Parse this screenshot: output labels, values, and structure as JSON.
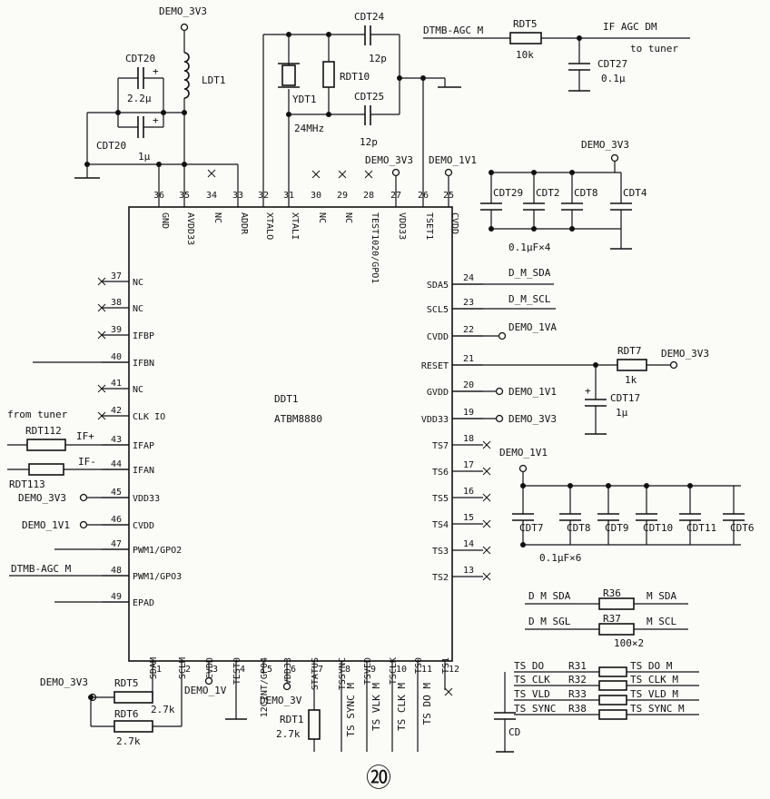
{
  "chip": {
    "designator": "DDT1",
    "part": "ATBM8880",
    "top_pins": [
      {
        "num": "36",
        "name": "GND"
      },
      {
        "num": "35",
        "name": "AVDD33"
      },
      {
        "num": "34",
        "name": "NC"
      },
      {
        "num": "33",
        "name": "ADDR"
      },
      {
        "num": "32",
        "name": "XTALO"
      },
      {
        "num": "31",
        "name": "XTALI"
      },
      {
        "num": "30",
        "name": "NC"
      },
      {
        "num": "29",
        "name": "NC"
      },
      {
        "num": "28",
        "name": "TEST1020/GPO1"
      },
      {
        "num": "27",
        "name": "VDD33"
      },
      {
        "num": "26",
        "name": "TSET1"
      },
      {
        "num": "25",
        "name": "CVDD"
      }
    ],
    "left_pins": [
      {
        "num": "37",
        "name": "NC"
      },
      {
        "num": "38",
        "name": "NC"
      },
      {
        "num": "39",
        "name": "IFBP"
      },
      {
        "num": "40",
        "name": "IFBN"
      },
      {
        "num": "41",
        "name": "NC"
      },
      {
        "num": "42",
        "name": "CLK IO"
      },
      {
        "num": "43",
        "name": "IFAP"
      },
      {
        "num": "44",
        "name": "IFAN"
      },
      {
        "num": "45",
        "name": "VDD33"
      },
      {
        "num": "46",
        "name": "CVDD"
      },
      {
        "num": "47",
        "name": "PWM1/GPO2"
      },
      {
        "num": "48",
        "name": "PWM1/GPO3"
      },
      {
        "num": "49",
        "name": "EPAD"
      }
    ],
    "right_pins": [
      {
        "num": "24",
        "name": "SDA5"
      },
      {
        "num": "23",
        "name": "SCL5"
      },
      {
        "num": "22",
        "name": "CVDD"
      },
      {
        "num": "21",
        "name": "RESET"
      },
      {
        "num": "20",
        "name": "GVDD"
      },
      {
        "num": "19",
        "name": "VDD33"
      },
      {
        "num": "18",
        "name": "TS7"
      },
      {
        "num": "17",
        "name": "TS6"
      },
      {
        "num": "16",
        "name": "TS5"
      },
      {
        "num": "15",
        "name": "TS4"
      },
      {
        "num": "14",
        "name": "TS3"
      },
      {
        "num": "13",
        "name": "TS2"
      }
    ],
    "bottom_pins": [
      {
        "num": "1",
        "name": "SDAM"
      },
      {
        "num": "2",
        "name": "SCLM"
      },
      {
        "num": "3",
        "name": "CVDD"
      },
      {
        "num": "4",
        "name": "TEST0"
      },
      {
        "num": "5",
        "name": "12CINT/GP04"
      },
      {
        "num": "6",
        "name": "VDD33"
      },
      {
        "num": "7",
        "name": "STATUS"
      },
      {
        "num": "8",
        "name": "TSSYNC"
      },
      {
        "num": "9",
        "name": "TSVED"
      },
      {
        "num": "10",
        "name": "TSCLK"
      },
      {
        "num": "11",
        "name": "TS0"
      },
      {
        "num": "12",
        "name": "TS1"
      }
    ]
  },
  "top_left": {
    "rail": "DEMO_3V3",
    "cap_top": {
      "ref": "CDT20",
      "value": "2.2μ"
    },
    "inductor": "LDT1",
    "cap_bot": {
      "ref": "CDT20",
      "value": "1μ"
    }
  },
  "crystal": {
    "cap1": {
      "ref": "CDT24",
      "value": "12p"
    },
    "res": "RDT10",
    "xtal": {
      "ref": "YDT1",
      "freq": "24MHz"
    },
    "cap2": {
      "ref": "CDT25",
      "value": "12p"
    },
    "rail27": "DEMO_3V3",
    "rail25": "DEMO_1V1"
  },
  "agc": {
    "net_in": "DTMB-AGC M",
    "res": {
      "ref": "RDT5",
      "value": "10k"
    },
    "net_out": "IF AGC DM",
    "note": "to tuner",
    "cap": {
      "ref": "CDT27",
      "value": "0.1μ"
    }
  },
  "decoup_top": {
    "rail": "DEMO_3V3",
    "caps": [
      "CDT29",
      "CDT2",
      "CDT8",
      "CDT4"
    ],
    "note": "0.1μF×4"
  },
  "right_nets": {
    "sda": "D_M_SDA",
    "scl": "D_M_SCL",
    "cvdd": "DEMO_1VA",
    "reset_res": {
      "ref": "RDT7",
      "value": "1k"
    },
    "reset_rail": "DEMO_3V3",
    "reset_cap": {
      "ref": "CDT17",
      "value": "1μ"
    },
    "gvdd": "DEMO_1V1",
    "vdd33": "DEMO_3V3"
  },
  "decoup_mid": {
    "rail": "DEMO_1V1",
    "caps": [
      "CDT7",
      "CDT8",
      "CDT9",
      "CDT10",
      "CDT11",
      "CDT6"
    ],
    "note": "0.1μF×6"
  },
  "left_nets": {
    "from_tuner": "from tuner",
    "r1": "RDT112",
    "if_plus": "IF+",
    "r2": "RDT113",
    "if_minus": "IF-",
    "vdd33": "DEMO_3V3",
    "cvdd": "DEMO_1V1",
    "agc": "DTMB-AGC M"
  },
  "bottom_left": {
    "rail": "DEMO_3V3",
    "r1": {
      "ref": "RDT5",
      "value": "2.7k"
    },
    "r2": {
      "ref": "RDT6",
      "value": "2.7k"
    },
    "cvdd": "DEMO_1V",
    "vdd33": "DEMO_3V",
    "r3": {
      "ref": "RDT1",
      "value": "2.7k"
    }
  },
  "bottom_nets": [
    "TS SYNC M",
    "TS VLK M",
    "TS CLK M",
    "TS DO M"
  ],
  "i2c_map": [
    {
      "from": "D M SDA",
      "ref": "R36",
      "to": "M SDA"
    },
    {
      "from": "D M SGL",
      "ref": "R37",
      "to": "M SCL"
    }
  ],
  "i2c_note": "100×2",
  "ts_map": [
    {
      "from": "TS DO",
      "ref": "R31",
      "to": "TS DO M"
    },
    {
      "from": "TS CLK",
      "ref": "R32",
      "to": "TS CLK M"
    },
    {
      "from": "TS VLD",
      "ref": "R33",
      "to": "TS VLD M"
    },
    {
      "from": "TS SYNC",
      "ref": "R38",
      "to": "TS SYNC M"
    }
  ],
  "ts_cap": "CD",
  "page_marker": "⑳"
}
